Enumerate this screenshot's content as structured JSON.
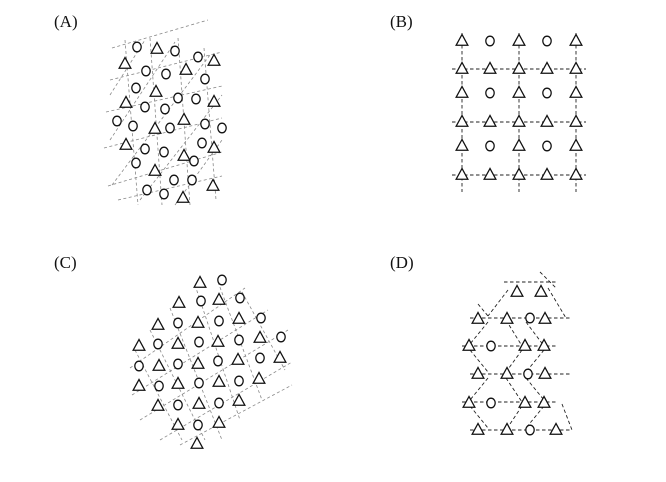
{
  "panels": [
    {
      "key": "A",
      "label": "(A)"
    },
    {
      "key": "B",
      "label": "(B)"
    },
    {
      "key": "C",
      "label": "(C)"
    },
    {
      "key": "D",
      "label": "(D)"
    }
  ],
  "symbols": {
    "triangle": "triangle-marker",
    "circle": "circle-marker"
  }
}
